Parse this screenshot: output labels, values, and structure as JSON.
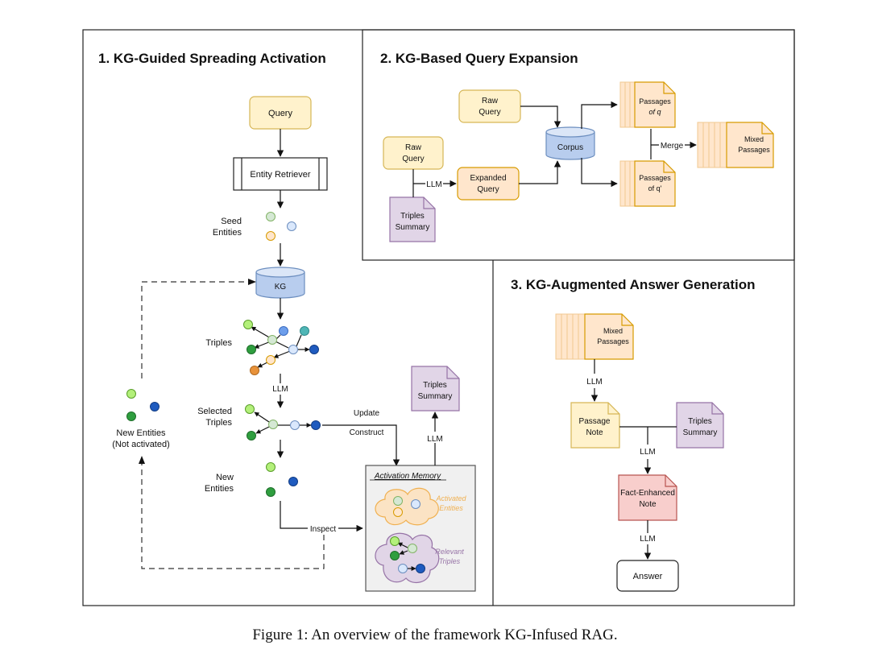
{
  "sections": {
    "spreading": {
      "title": "1. KG-Guided Spreading Activation"
    },
    "expansion": {
      "title": "2. KG-Based Query Expansion"
    },
    "generation": {
      "title": "3. KG-Augmented Answer Generation"
    }
  },
  "labels": {
    "query": "Query",
    "entity_retriever": "Entity Retriever",
    "seed_entities": [
      "Seed",
      "Entities"
    ],
    "kg": "KG",
    "triples": "Triples",
    "llm": "LLM",
    "selected_triples": [
      "Selected",
      "Triples"
    ],
    "new_entities": [
      "New",
      "Entities"
    ],
    "new_entities_side": [
      "New Entities",
      "(Not activated)"
    ],
    "update": "Update",
    "construct": "Construct",
    "inspect": "Inspect",
    "triples_summary": [
      "Triples",
      "Summary"
    ],
    "activation_memory": "Activation Memory",
    "activated_entities": [
      "Activated",
      "Entities"
    ],
    "relevant_triples": [
      "Relevant",
      "Triples"
    ],
    "raw_query": [
      "Raw",
      "Query"
    ],
    "expanded_query": [
      "Expanded",
      "Query"
    ],
    "corpus": "Corpus",
    "passages_q": [
      "Passages",
      "of q"
    ],
    "passages_q_prime": [
      "Passages",
      "of q'"
    ],
    "merge": "Merge",
    "mixed_passages": [
      "Mixed",
      "Passages"
    ],
    "passage_note": [
      "Passage",
      "Note"
    ],
    "fact_enhanced_note": [
      "Fact-Enhanced",
      "Note"
    ],
    "answer": "Answer"
  },
  "caption": "Figure 1: An overview of the framework KG-Infused RAG.",
  "colors": {
    "query_fill": "#fff2cc",
    "query_stroke": "#d6b656",
    "passage_fill": "#ffe6cc",
    "passage_stroke": "#d79b00",
    "summary_fill": "#e1d5e7",
    "summary_stroke": "#9673a6",
    "db_fill": "#b8cdee",
    "db_stroke": "#6c8ebf",
    "fact_fill": "#f8cecc",
    "fact_stroke": "#b85450",
    "memory_fill": "#f0f0f0",
    "light_green": "#b3f07a",
    "dark_green": "#2f9e3f",
    "pale_green": "#d5e8d4",
    "light_blue": "#dae8fc",
    "blue": "#6d9eeb",
    "dark_blue": "#1f5bbf",
    "teal": "#4fb6b6",
    "light_orange": "#ffe6cc",
    "orange": "#e8923a",
    "activated_text": "#f0b050",
    "relevant_text": "#9673a6"
  }
}
